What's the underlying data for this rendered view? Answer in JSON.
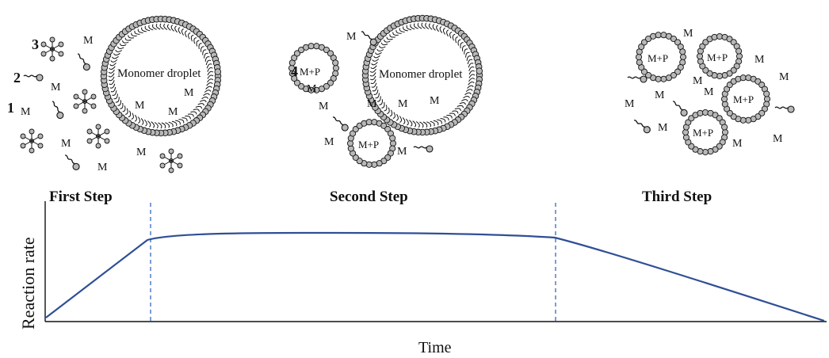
{
  "labels": {
    "m": "M",
    "mp": "M+P",
    "droplet": "Monomer droplet",
    "n1": "1",
    "n2": "2",
    "n3": "3",
    "n4": "4"
  },
  "steps": {
    "first": "First Step",
    "second": "Second Step",
    "third": "Third Step"
  },
  "axes": {
    "y_label": "Reaction rate",
    "x_label": "Time"
  },
  "colors": {
    "curve": "#2f4f96",
    "divider": "#4472c4",
    "bead": "#b8b8b8",
    "ink": "#111111"
  },
  "icons": [
    "surfactant-molecule-icon",
    "micelle-icon",
    "monomer-droplet-icon",
    "polymer-particle-icon"
  ]
}
